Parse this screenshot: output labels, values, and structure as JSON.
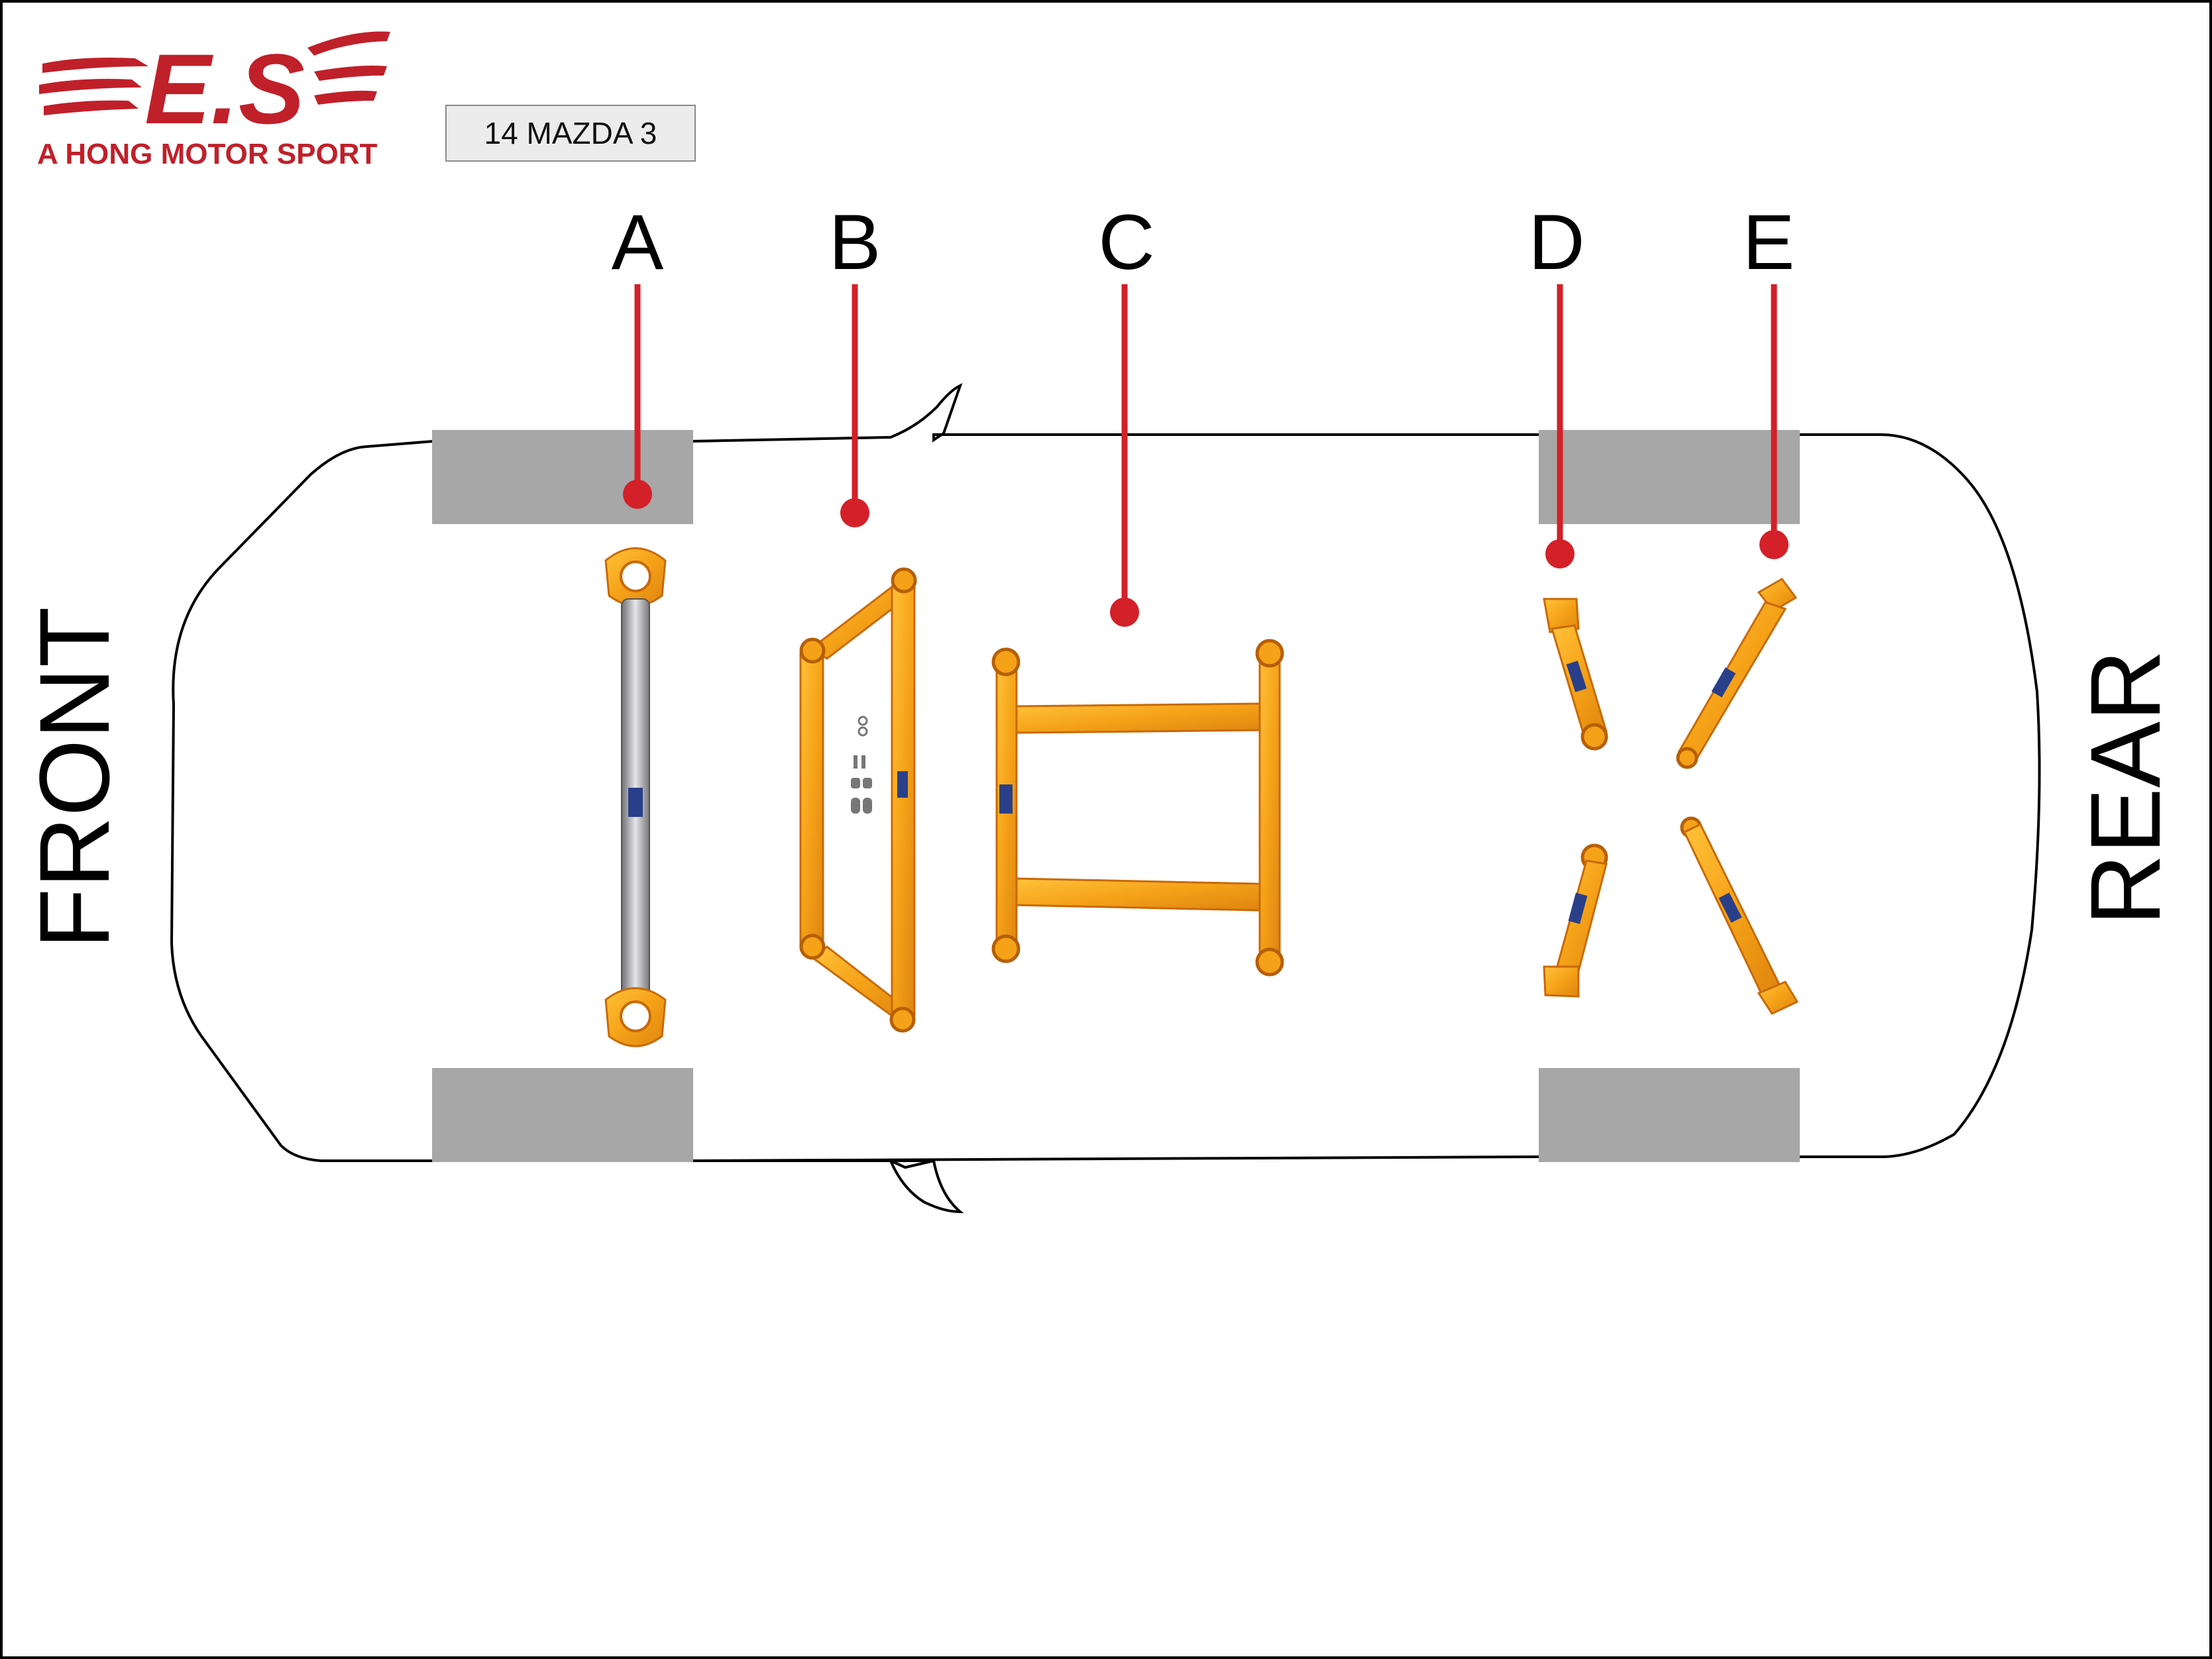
{
  "brand": {
    "logo_mark": "E.S",
    "company": "A HONG MOTOR SPORT",
    "color": "#c0202a"
  },
  "model": "14 MAZDA 3",
  "sides": {
    "front": "FRONT",
    "rear": "REAR"
  },
  "parts": [
    {
      "letter": "A",
      "icon": "strut-tower-bar"
    },
    {
      "letter": "B",
      "icon": "front-lower-brace"
    },
    {
      "letter": "C",
      "icon": "h-frame-brace"
    },
    {
      "letter": "D",
      "icon": "rear-lower-arms"
    },
    {
      "letter": "E",
      "icon": "rear-lateral-arms"
    }
  ],
  "colors": {
    "callout": "#d42028",
    "wheel": "#a7a7a7",
    "part": "#f5a218",
    "part_dark": "#d97e0a",
    "bar": "#9c9ca0",
    "outline": "#000000"
  }
}
